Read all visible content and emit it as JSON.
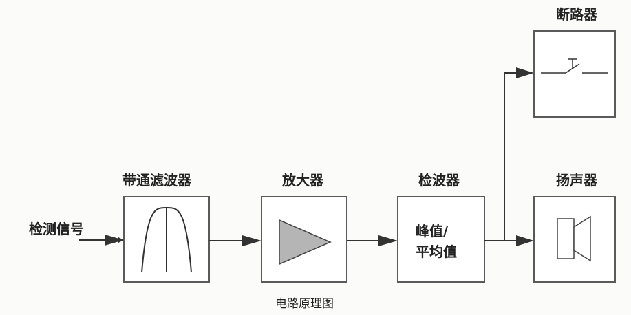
{
  "diagram": {
    "input_label": "检测信号",
    "blocks": {
      "bandpass": "带通滤波器",
      "amplifier": "放大器",
      "detector": "检波器",
      "breaker": "断路器",
      "speaker": "扬声器"
    },
    "detector_text": {
      "line1": "峰值/",
      "line2": "平均值"
    },
    "caption": "电路原理图"
  },
  "colors": {
    "line": "#333333",
    "box_border": "#5a5a5a",
    "triangle_fill": "#b5b5b5",
    "background": "#fbfbfa"
  }
}
